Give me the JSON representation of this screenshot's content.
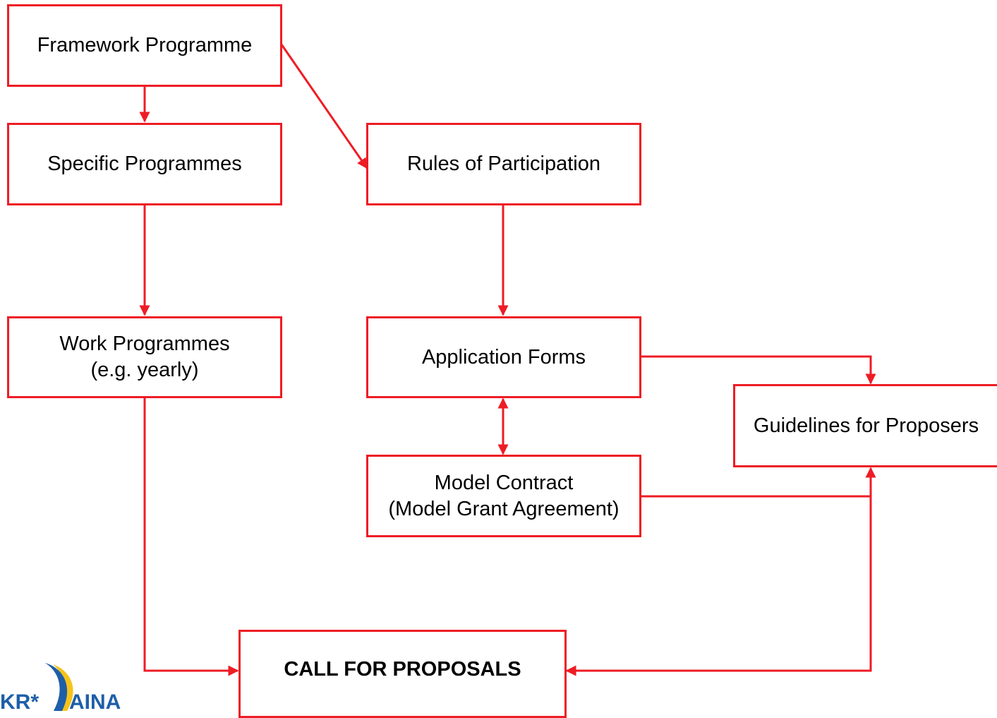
{
  "diagram": {
    "line_color": "#ee1c25",
    "nodes": {
      "framework_programme": {
        "lines": [
          "Framework Programme"
        ]
      },
      "specific_programmes": {
        "lines": [
          "Specific Programmes"
        ]
      },
      "work_programmes": {
        "lines": [
          "Work Programmes",
          "(e.g. yearly)"
        ]
      },
      "rules_of_participation": {
        "lines": [
          "Rules of Participation"
        ]
      },
      "application_forms": {
        "lines": [
          "Application Forms"
        ]
      },
      "model_contract": {
        "lines": [
          "Model Contract",
          "(Model Grant Agreement)"
        ]
      },
      "guidelines_for_proposers": {
        "lines": [
          "Guidelines for Proposers"
        ]
      },
      "call_for_proposals": {
        "lines": [
          "CALL FOR PROPOSALS"
        ]
      }
    },
    "edges": [
      {
        "from": "framework_programme",
        "to": "specific_programmes"
      },
      {
        "from": "framework_programme",
        "to": "rules_of_participation"
      },
      {
        "from": "specific_programmes",
        "to": "work_programmes"
      },
      {
        "from": "rules_of_participation",
        "to": "application_forms"
      },
      {
        "from": "application_forms",
        "to": "guidelines_for_proposers"
      },
      {
        "from": "application_forms",
        "to": "model_contract",
        "bidirectional": true
      },
      {
        "from": "model_contract",
        "to": "guidelines_for_proposers"
      },
      {
        "from": "guidelines_for_proposers",
        "to": "call_for_proposals",
        "bidirectional": true
      },
      {
        "from": "work_programmes",
        "to": "call_for_proposals"
      }
    ]
  },
  "logo": {
    "text_left": "KR*",
    "text_right": "AINA",
    "colors": {
      "blue": "#1e5fa8",
      "yellow": "#f7c21b"
    }
  }
}
